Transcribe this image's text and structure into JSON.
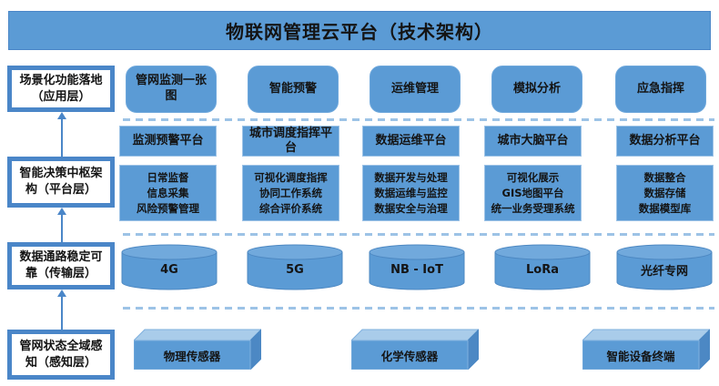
{
  "title": "物联网管理云平台（技术架构）",
  "layers": [
    {
      "label": "场景化功能落地（应用层）"
    },
    {
      "label": "智能决策中枢架构（平台层）"
    },
    {
      "label": "数据通路稳定可靠（传输层）"
    },
    {
      "label": "管网状态全域感知（感知层）"
    }
  ],
  "application_layer": {
    "items": [
      "管网监测一张图",
      "智能预警",
      "运维管理",
      "模拟分析",
      "应急指挥"
    ]
  },
  "platform_layer": {
    "columns": [
      {
        "header": "监测预警平台",
        "items": [
          "日常监督",
          "信息采集",
          "风险预警管理"
        ]
      },
      {
        "header": "城市调度指挥平台",
        "items": [
          "可视化调度指挥",
          "协同工作系统",
          "综合评价系统"
        ]
      },
      {
        "header": "数据运维平台",
        "items": [
          "数据开发与处理",
          "数据运维与监控",
          "数据安全与治理"
        ]
      },
      {
        "header": "城市大脑平台",
        "items": [
          "可视化展示",
          "GIS地图平台",
          "统一业务受理系统"
        ]
      },
      {
        "header": "数据分析平台",
        "items": [
          "数据整合",
          "数据存储",
          "数据模型库"
        ]
      }
    ]
  },
  "transport_layer": {
    "items": [
      "4G",
      "5G",
      "NB - IoT",
      "LoRa",
      "光纤专网"
    ]
  },
  "perception_layer": {
    "items": [
      "物理传感器",
      "化学传感器",
      "智能设备终端"
    ]
  },
  "colors": {
    "primary_fill": "#5B9BD5",
    "light_border": "#9DC3E6",
    "outline_blue": "#4A86C8",
    "cylinder_top": "#71A9DC",
    "box_top_face": "#A9CCEA",
    "box_side_face": "#4C88C4",
    "text": "#141414",
    "background": "#FFFFFF"
  }
}
